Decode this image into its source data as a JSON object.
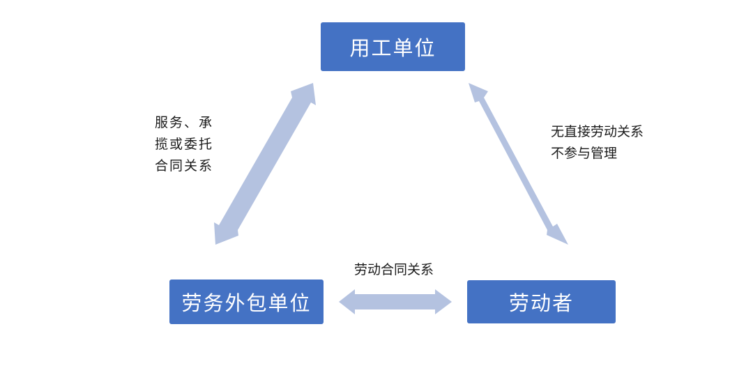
{
  "nodes": {
    "employer": "用工单位",
    "outsourcer": "劳务外包单位",
    "worker": "劳动者"
  },
  "edges": {
    "employer_outsourcer": "服务、承\n揽或委托\n合同关系",
    "employer_worker": "无直接劳动关系\n不参与管理",
    "outsourcer_worker": "劳动合同关系"
  },
  "colors": {
    "node_fill": "#4472c4",
    "node_text": "#ffffff",
    "arrow_fill": "#b4c2e0",
    "label_text": "#1a1a1a"
  }
}
